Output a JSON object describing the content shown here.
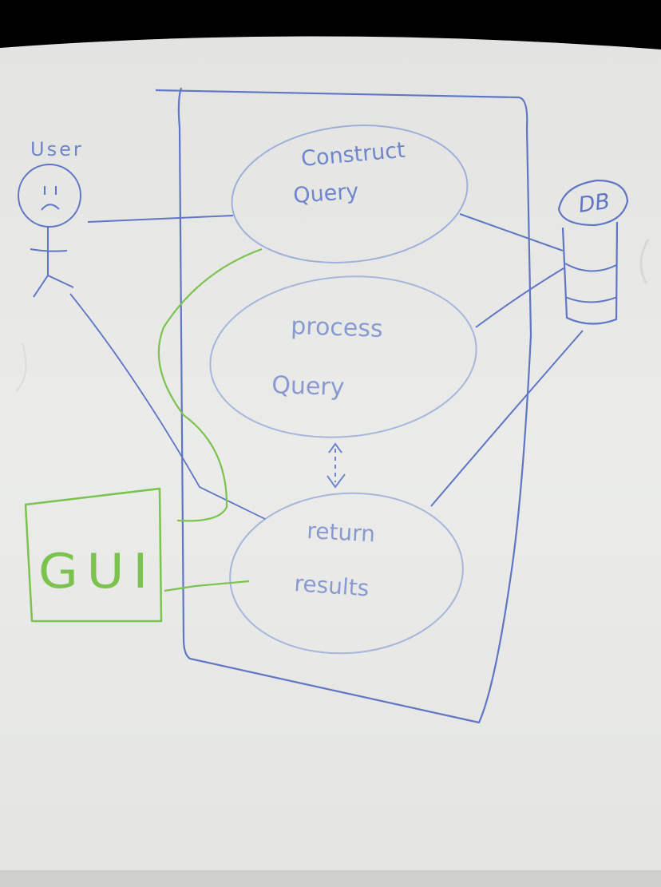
{
  "actor": {
    "label": "User",
    "face": "frown"
  },
  "use_cases": [
    {
      "line1": "Construct",
      "line2": "Query"
    },
    {
      "line1": "process",
      "line2": "Query"
    },
    {
      "line1": "return",
      "line2": "results"
    }
  ],
  "database": {
    "label": "DB"
  },
  "gui": {
    "label": "GUI"
  },
  "colors": {
    "board": "#e9eae8",
    "system_ink": "#5f76c4",
    "ellipse_ink": "#9fb0d8",
    "gui_ink": "#7cc24e",
    "text_ink": "#6f86cc"
  }
}
